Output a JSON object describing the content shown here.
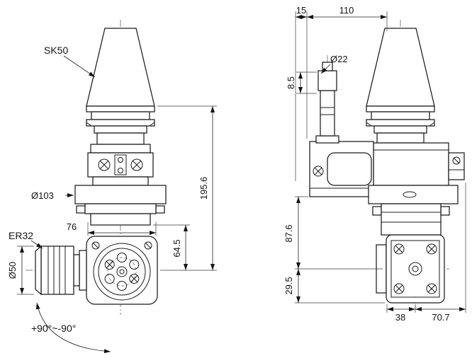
{
  "front_view": {
    "taper_label": "SK50",
    "collet_label": "ER32",
    "flange_diameter": "Ø103",
    "body_width": "76",
    "overall_height": "195.6",
    "flange_to_axis": "64.5",
    "collet_nut_diameter": "Ø50",
    "swivel_range": "+90°~-90°"
  },
  "side_view": {
    "offset_small": "15",
    "offset_large": "110",
    "spindle_diameter": "Ø22",
    "step_height": "8.5",
    "upper_height": "87.6",
    "lower_height": "29.5",
    "width_left": "38",
    "width_right": "70.7"
  }
}
